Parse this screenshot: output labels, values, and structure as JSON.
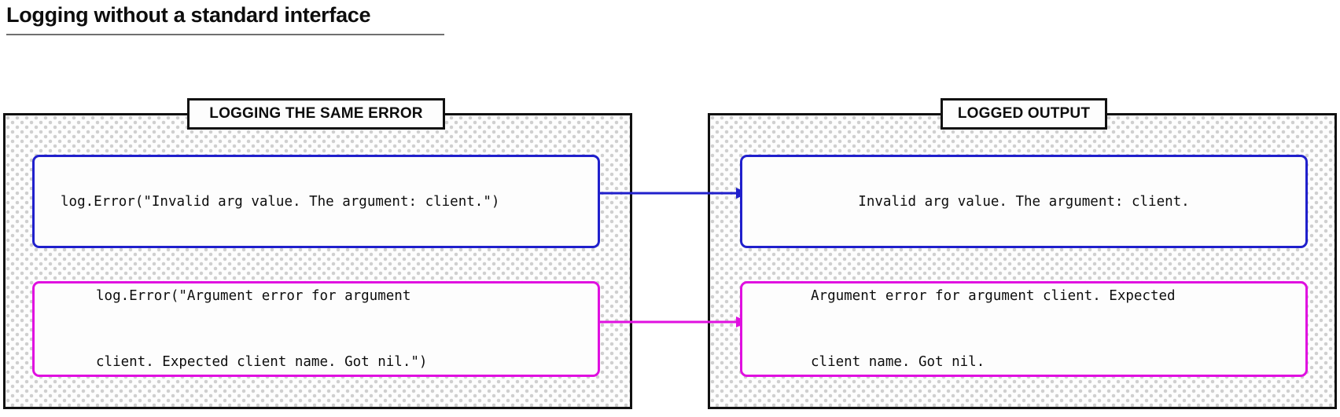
{
  "title": {
    "text": "Logging without a standard interface"
  },
  "panels": [
    {
      "id": "logging-the-same-error",
      "caption": "LOGGING THE SAME ERROR",
      "boxes": [
        {
          "id": "left-blue",
          "accent": "#2020cc",
          "lines": [
            "log.Error(\"Invalid arg value. The argument: client.\")"
          ]
        },
        {
          "id": "left-magenta",
          "accent": "#e010e0",
          "lines": [
            "log.Error(\"Argument error for argument",
            "client. Expected client name. Got nil.\")"
          ]
        }
      ]
    },
    {
      "id": "logged-output",
      "caption": "LOGGED OUTPUT",
      "boxes": [
        {
          "id": "right-blue",
          "accent": "#2020cc",
          "lines": [
            "Invalid arg value. The argument: client."
          ]
        },
        {
          "id": "right-magenta",
          "accent": "#e010e0",
          "lines": [
            "Argument error for argument client. Expected",
            "client name. Got nil."
          ]
        }
      ]
    }
  ],
  "connectors": [
    {
      "id": "blue-arrow",
      "color": "#2020cc",
      "from": "left-blue",
      "to": "right-blue"
    },
    {
      "id": "magenta-arrow",
      "color": "#e010e0",
      "from": "left-magenta",
      "to": "right-magenta"
    }
  ],
  "colors": {
    "panel_border": "#111111",
    "panel_fill": "#fdfdfd",
    "panel_dots": "#cfcfcf",
    "text": "#0d0d0d",
    "title_rule": "#6f6f6f",
    "accent_blue": "#2020cc",
    "accent_magenta": "#e010e0"
  }
}
